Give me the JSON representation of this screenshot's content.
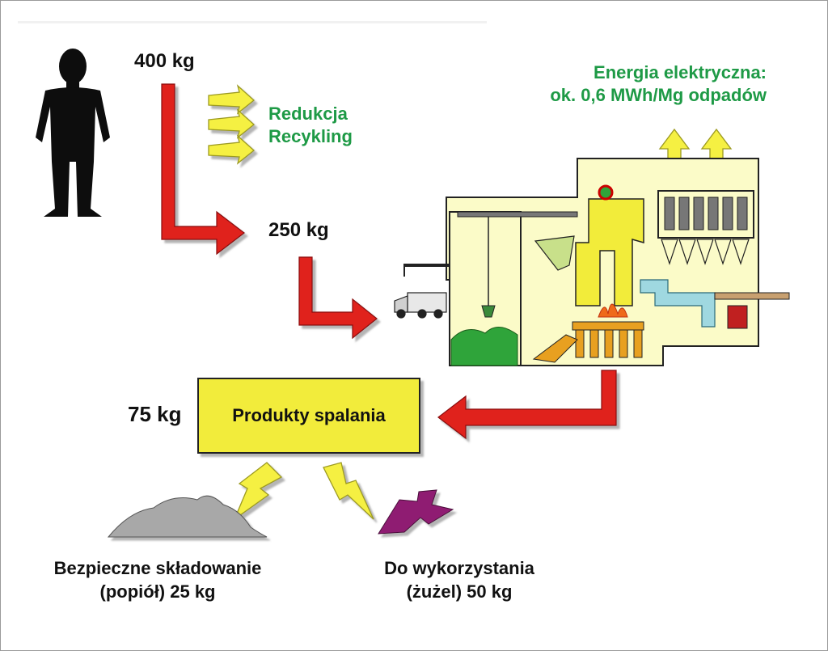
{
  "weights": {
    "start": "400 kg",
    "after_reduction": "250 kg",
    "products": "75 kg"
  },
  "reduction": {
    "line1": "Redukcja",
    "line2": "Recykling"
  },
  "energy": {
    "line1": "Energia elektryczna:",
    "line2": "ok. 0,6 MWh/Mg odpadów"
  },
  "products_box": {
    "label": "Produkty spalania"
  },
  "outputs": {
    "ash_line1": "Bezpieczne składowanie",
    "ash_line2": "(popiół) 25 kg",
    "slag_line1": "Do wykorzystania",
    "slag_line2": "(żużel) 50 kg"
  },
  "colors": {
    "arrow_red": "#e0201e",
    "plant_fill": "#fbfbc8",
    "box_yellow": "#f2ec3a",
    "text_green": "#1e9a46",
    "ash_gray": "#a8a8a8",
    "slag_purple": "#8f1f72",
    "waste_green": "#2fa43a"
  }
}
